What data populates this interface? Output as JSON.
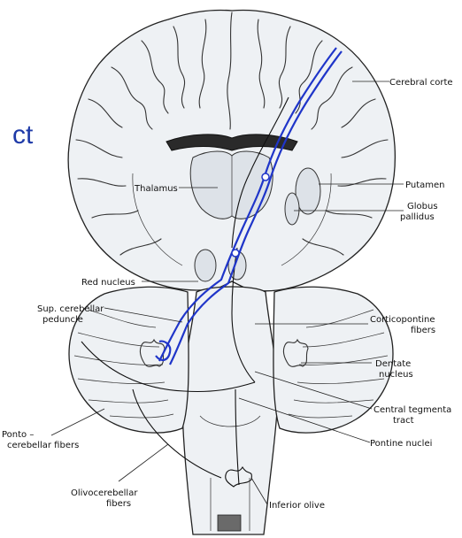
{
  "title_fragment": "ct",
  "labels": {
    "cerebral_cortex": "Cerebral corte",
    "putamen": "Putamen",
    "globus_pallidus_1": "Globus",
    "globus_pallidus_2": "pallidus",
    "thalamus": "Thalamus",
    "red_nucleus": "Red nucleus",
    "sup_cerebellar_1": "Sup. cerebellar",
    "sup_cerebellar_2": "peduncle",
    "corticopontine_1": "Corticopontine",
    "corticopontine_2": "fibers",
    "dentate_1": "Dentate",
    "dentate_2": "nucleus",
    "central_tegmental_1": "Central tegmenta",
    "central_tegmental_2": "tract",
    "pontocerebellar_1": "Ponto –",
    "pontocerebellar_2": "cerebellar fibers",
    "olivocerebellar_1": "Olivocerebellar",
    "olivocerebellar_2": "fibers",
    "pontine_nuclei": "Pontine nuclei",
    "inferior_olive": "Inferior olive"
  },
  "colors": {
    "tract": "#1f35c9",
    "title": "#1e3aa8",
    "tissue": "#eef1f4",
    "deep_nuclei": "#dde2e8"
  }
}
